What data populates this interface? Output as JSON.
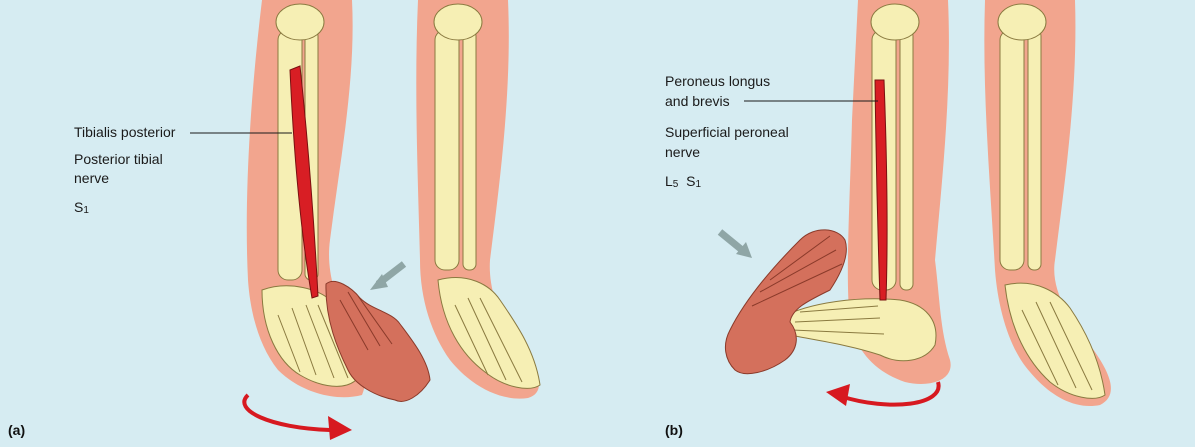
{
  "panel_a": {
    "letter": "(a)",
    "muscle": "Tibialis posterior",
    "nerve_line1": "Posterior tibial",
    "nerve_line2": "nerve",
    "root_letter": "S",
    "root_digit": "1"
  },
  "panel_b": {
    "letter": "(b)",
    "muscle_line1": "Peroneus longus",
    "muscle_line2": "and brevis",
    "nerve_line1": "Superficial peroneal",
    "nerve_line2": "nerve",
    "root1_letter": "L",
    "root1_digit": "5",
    "root2_letter": "S",
    "root2_digit": "1"
  },
  "colors": {
    "background": "#d6ecf2",
    "skin": "#f2a58e",
    "bone": "#f6efb4",
    "muscle": "#d81e24",
    "hand": "#d4705c",
    "arrow_red": "#d71920",
    "arrow_grey": "#8fa6a6"
  }
}
